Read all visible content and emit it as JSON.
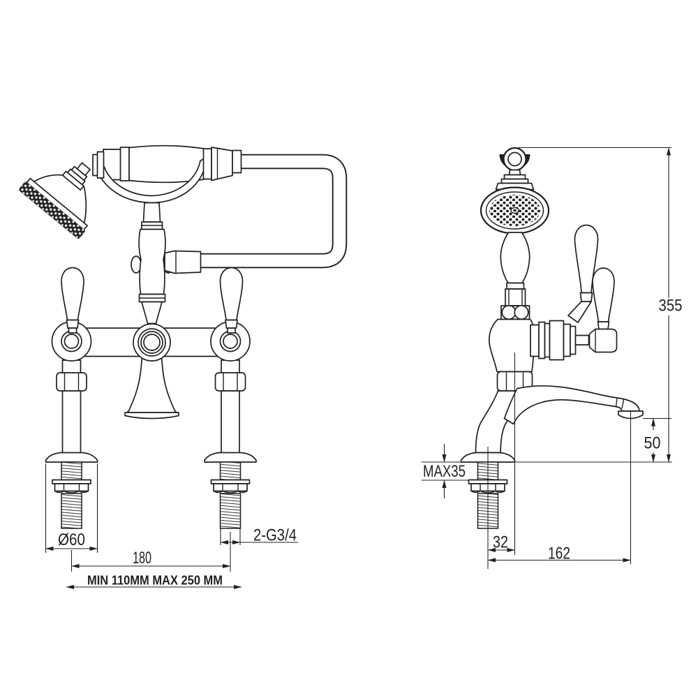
{
  "page": {
    "background": "#ffffff",
    "ink_color": "#231f20"
  },
  "drawing": {
    "type": "bath-shower-mixer-technical-drawing",
    "views": [
      "front",
      "side"
    ]
  },
  "dims": {
    "front_diameter": "Ø60",
    "front_centres": "180",
    "front_adjust_range": "MIN 110MM  MAX 250 MM",
    "front_thread": "2-G3/4",
    "side_height": "355",
    "side_spout_height": "50",
    "side_max_deck": "MAX35",
    "side_offset": "32",
    "side_reach": "162"
  }
}
